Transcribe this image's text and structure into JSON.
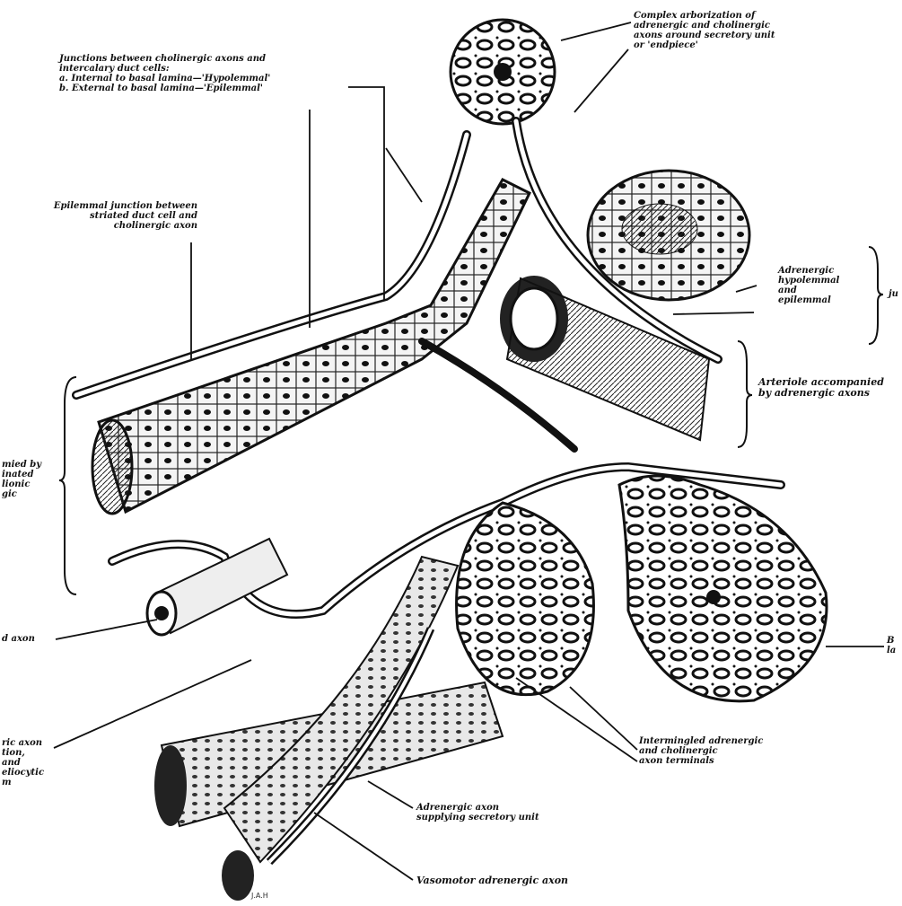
{
  "labels": {
    "complex_arborization": [
      "Complex arborization of",
      "adrenergic and cholinergic",
      "axons around secretory unit",
      "or 'endpiece'"
    ],
    "junctions": [
      "Junctions between cholinergic axons and",
      "intercalary duct cells:",
      "a. Internal to basal lamina—'Hypolemmal'",
      "b. External to basal lamina—'Epilemmal'"
    ],
    "epilemmal_junction": [
      "Epilemmal junction between",
      "striated duct cell and",
      "cholinergic axon"
    ],
    "adrenergic_hypolemmal": [
      "Adrenergic",
      "hypolemmal",
      "and",
      "epilemmal"
    ],
    "right_edge_j": "ju",
    "arteriole": [
      "Arteriole accompanied",
      "by adrenergic axons"
    ],
    "left_cut": [
      "mied by",
      "inated",
      "lionic",
      "gic"
    ],
    "cut_axon": "d axon",
    "basal_lamina_cut": [
      "B",
      "la"
    ],
    "left_cut_2": [
      "ric axon",
      "tion,",
      "and",
      "eliocytic",
      "m"
    ],
    "intermingled": [
      "Intermingled adrenergic",
      "and cholinergic",
      "axon terminals"
    ],
    "adrenergic_supplying": [
      "Adrenergic axon",
      "supplying secretory unit"
    ],
    "vasomotor": "Vasomotor adrenergic axon",
    "signature": "J.A.H"
  }
}
